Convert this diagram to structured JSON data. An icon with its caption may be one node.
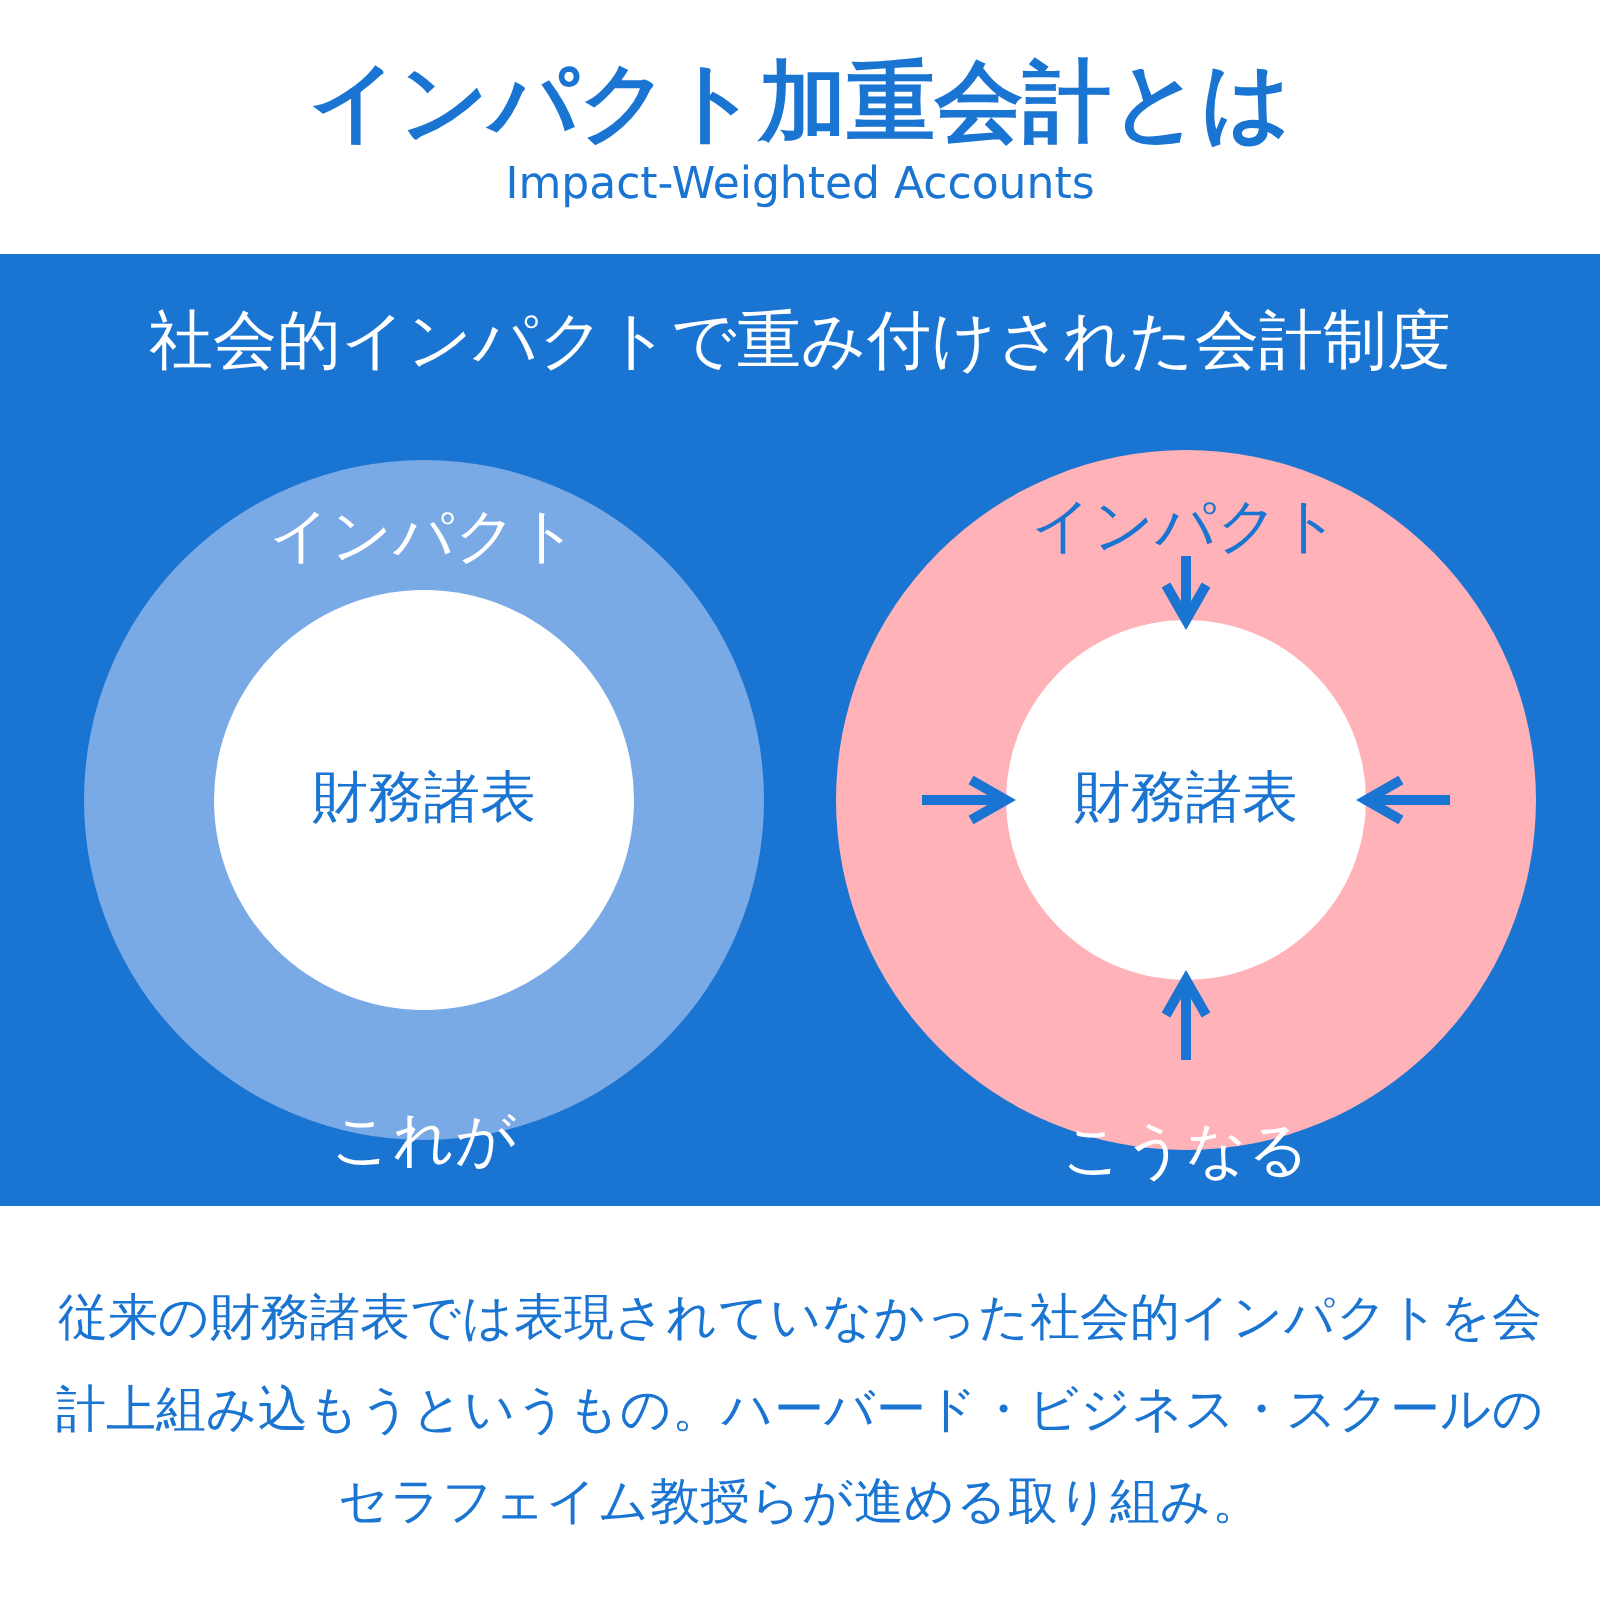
{
  "diagram": {
    "title": "インパクト加重会計とは",
    "nodes": [
      {
        "text": [
          "社会的インパクトで重み付けされた会計制度"
        ]
      },
      {
        "text": [
          "インパクト",
          "これが"
        ],
        "in": 0
      },
      {
        "text": [
          "財務諸表"
        ],
        "in": 1
      },
      {
        "text": [
          "インパクト",
          "こうなる"
        ],
        "in": 0
      },
      {
        "text": [
          "財務諸表"
        ],
        "in": 3
      }
    ],
    "edges": [
      {
        "from": null,
        "to": 4,
        "arrow": "to"
      },
      {
        "from": null,
        "to": 4,
        "arrow": "to"
      },
      {
        "from": null,
        "to": 4,
        "arrow": "to"
      },
      {
        "from": null,
        "to": 4,
        "arrow": "to"
      }
    ],
    "labels": [
      "Impact-Weighted Accounts"
    ],
    "caption": "従来の財務諸表では表現されていなかった社会的インパクトを会計上組み込もうというもの。ハーバード・ビジネス・スクールのセラフェイム教授らが進める取り組み。"
  }
}
